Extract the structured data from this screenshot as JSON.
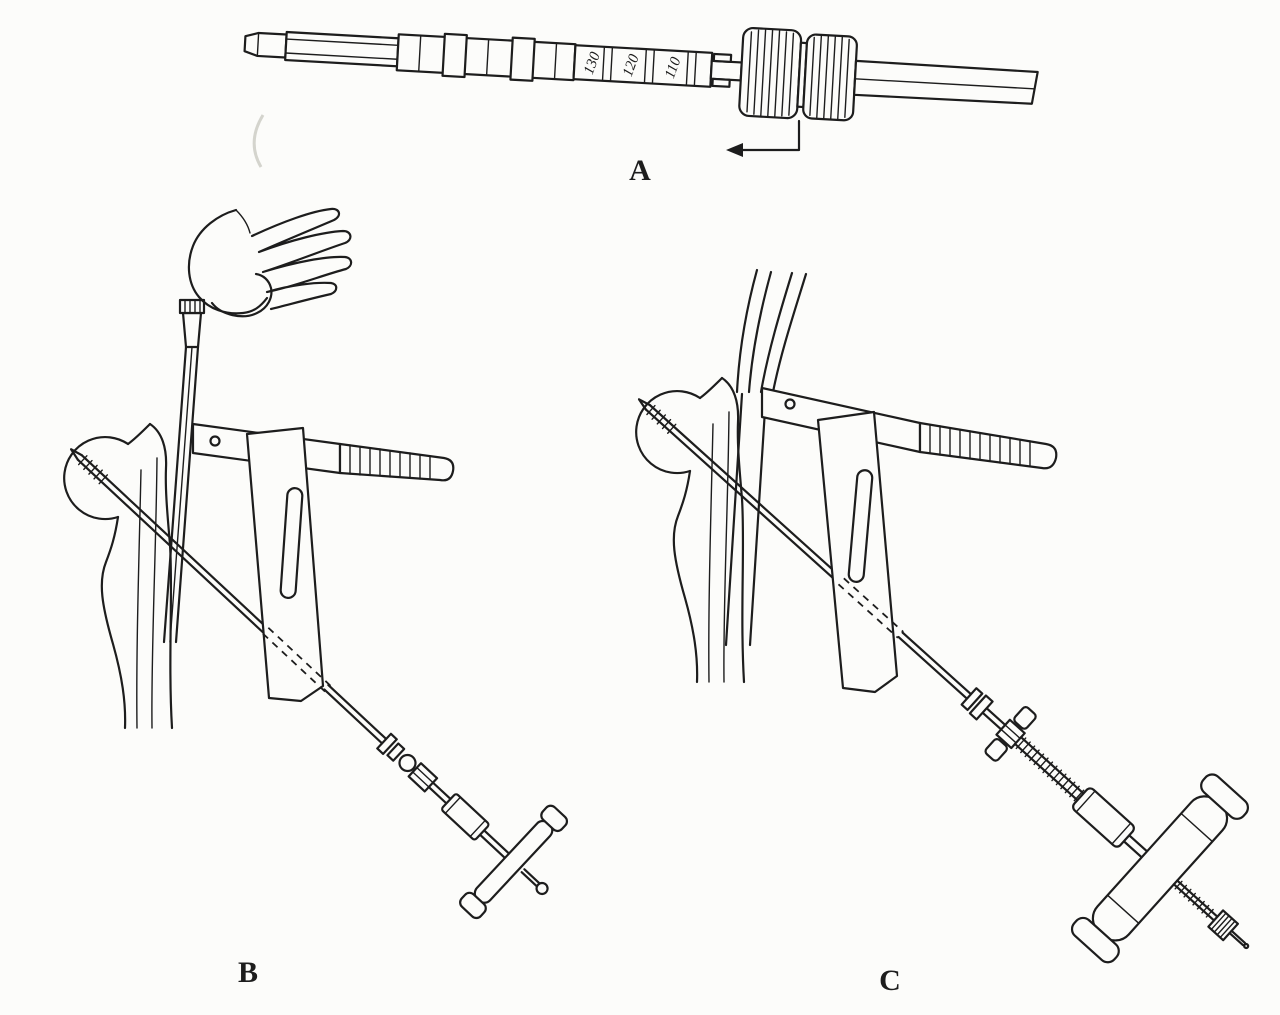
{
  "colors": {
    "background": "#fcfcfa",
    "ink": "#1d1d1d"
  },
  "panels": {
    "a": {
      "label": "A"
    },
    "b": {
      "label": "B"
    },
    "c": {
      "label": "C"
    }
  },
  "calibration_marks": [
    "130",
    "120",
    "110"
  ]
}
